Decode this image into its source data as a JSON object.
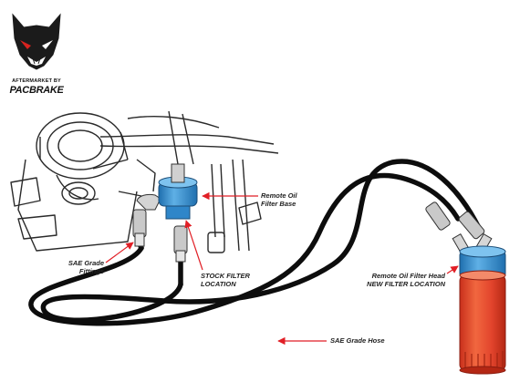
{
  "logo": {
    "tagline": "AFTERMARKET BY",
    "brand": "PACBRAKE"
  },
  "labels": {
    "remote_oil_filter_base": [
      "Remote Oil",
      "Filter Base"
    ],
    "sae_grade_fittings": [
      "SAE Grade",
      "Fittings"
    ],
    "stock_filter_location": [
      "STOCK FILTER",
      "LOCATION"
    ],
    "remote_oil_filter_head": [
      "Remote Oil Filter Head",
      "NEW FILTER LOCATION"
    ],
    "sae_grade_hose": "SAE Grade Hose"
  },
  "colors": {
    "callout_arrow": "#e11f26",
    "filter_base_blue": "#3d97d3",
    "filter_head_blue": "#2f86c9",
    "filter_canister_red": "#e2442c",
    "hose": "#0d0d0d",
    "fitting_gray": "#c9c9c9"
  }
}
